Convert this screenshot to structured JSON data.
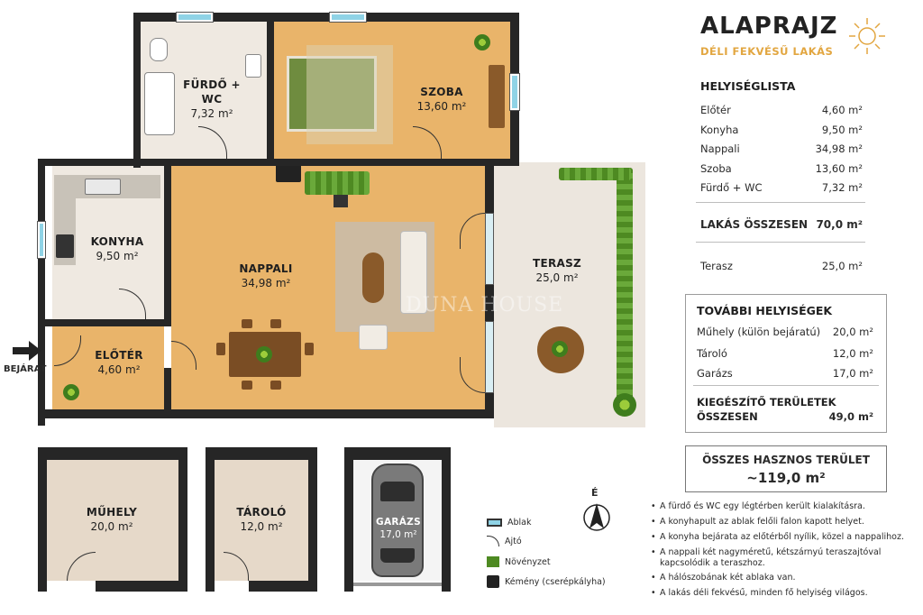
{
  "plan": {
    "rooms": {
      "furdo": {
        "name": "FÜRDŐ + WC",
        "area": "7,32 m²"
      },
      "szoba": {
        "name": "SZOBA",
        "area": "13,60 m²"
      },
      "konyha": {
        "name": "KONYHA",
        "area": "9,50 m²"
      },
      "nappali": {
        "name": "NAPPALI",
        "area": "34,98 m²"
      },
      "eloter": {
        "name": "ELŐTÉR",
        "area": "4,60 m²"
      },
      "terasz": {
        "name": "TERASZ",
        "area": "25,0 m²"
      },
      "muhely": {
        "name": "MŰHELY",
        "area": "20,0 m²"
      },
      "tarolo": {
        "name": "TÁROLÓ",
        "area": "12,0 m²"
      },
      "garazs": {
        "name": "GARÁZS",
        "area": "17,0 m²"
      }
    },
    "entrance_label": "BEJÁRAT",
    "north_label": "É",
    "watermark": "DUNA HOUSE"
  },
  "legend": {
    "window": "Ablak",
    "door": "Ajtó",
    "plants": "Növényzet",
    "chimney": "Kémény (cserépkályha)"
  },
  "panel": {
    "title": "ALAPRAJZ",
    "subtitle": "DÉLI FEKVÉSŰ LAKÁS",
    "room_list_title": "HELYISÉGLISTA",
    "room_list": [
      {
        "name": "Előtér",
        "area": "4,60 m²"
      },
      {
        "name": "Konyha",
        "area": "9,50 m²"
      },
      {
        "name": "Nappali",
        "area": "34,98 m²"
      },
      {
        "name": "Szoba",
        "area": "13,60 m²"
      },
      {
        "name": "Fürdő + WC",
        "area": "7,32 m²"
      }
    ],
    "flat_total_label": "LAKÁS ÖSSZESEN",
    "flat_total_value": "70,0 m²",
    "terrace_label": "Terasz",
    "terrace_value": "25,0 m²",
    "extra_title": "TOVÁBBI HELYISÉGEK",
    "extra_list": [
      {
        "name": "Műhely (külön bejáratú)",
        "area": "20,0 m²"
      },
      {
        "name": "Tároló",
        "area": "12,0 m²"
      },
      {
        "name": "Garázs",
        "area": "17,0 m²"
      }
    ],
    "extra_total_label_1": "KIEGÉSZÍTŐ TERÜLETEK",
    "extra_total_label_2": "ÖSSZESEN",
    "extra_total_value": "49,0 m²",
    "grand_label": "ÖSSZES HASZNOS TERÜLET",
    "grand_value": "~119,0 m²",
    "notes": [
      "A fürdő és WC egy légtérben került kialakításra.",
      "A konyhapult az ablak felőli falon kapott helyet.",
      "A konyha bejárata az előtérből nyílik, közel a nappalihoz.",
      "A nappali két nagyméretű, kétszárnyú teraszajtóval kapcsolódik a teraszhoz.",
      "A hálószobának két ablaka van.",
      "A lakás déli fekvésű, minden fő helyiség világos."
    ]
  }
}
